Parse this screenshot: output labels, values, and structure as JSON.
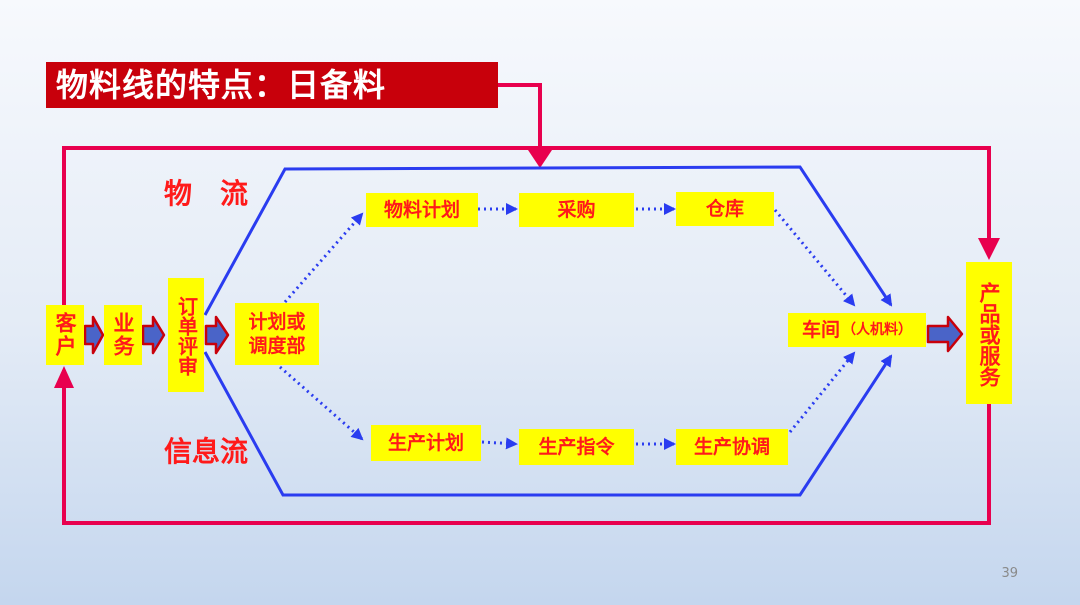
{
  "title": "物料线的特点：日备料",
  "labels": {
    "material_flow": "物　流",
    "info_flow": "信息流"
  },
  "nodes": {
    "customer": "客户",
    "business": "业务",
    "order_review": "订单评审",
    "planning": "计划或\n调度部",
    "material_plan": "物料计划",
    "purchase": "采购",
    "warehouse": "仓库",
    "production_plan": "生产计划",
    "production_order": "生产指令",
    "production_coord": "生产协调",
    "workshop": "车间",
    "workshop_note": "（人机料）",
    "product": "产品或服务"
  },
  "page_number": "39",
  "colors": {
    "title_bg": "#c8000b",
    "loop_line": "#e8004e",
    "flow_line": "#2a3cf0",
    "box_bg": "#ffff00",
    "box_text": "#ff1a1a"
  }
}
